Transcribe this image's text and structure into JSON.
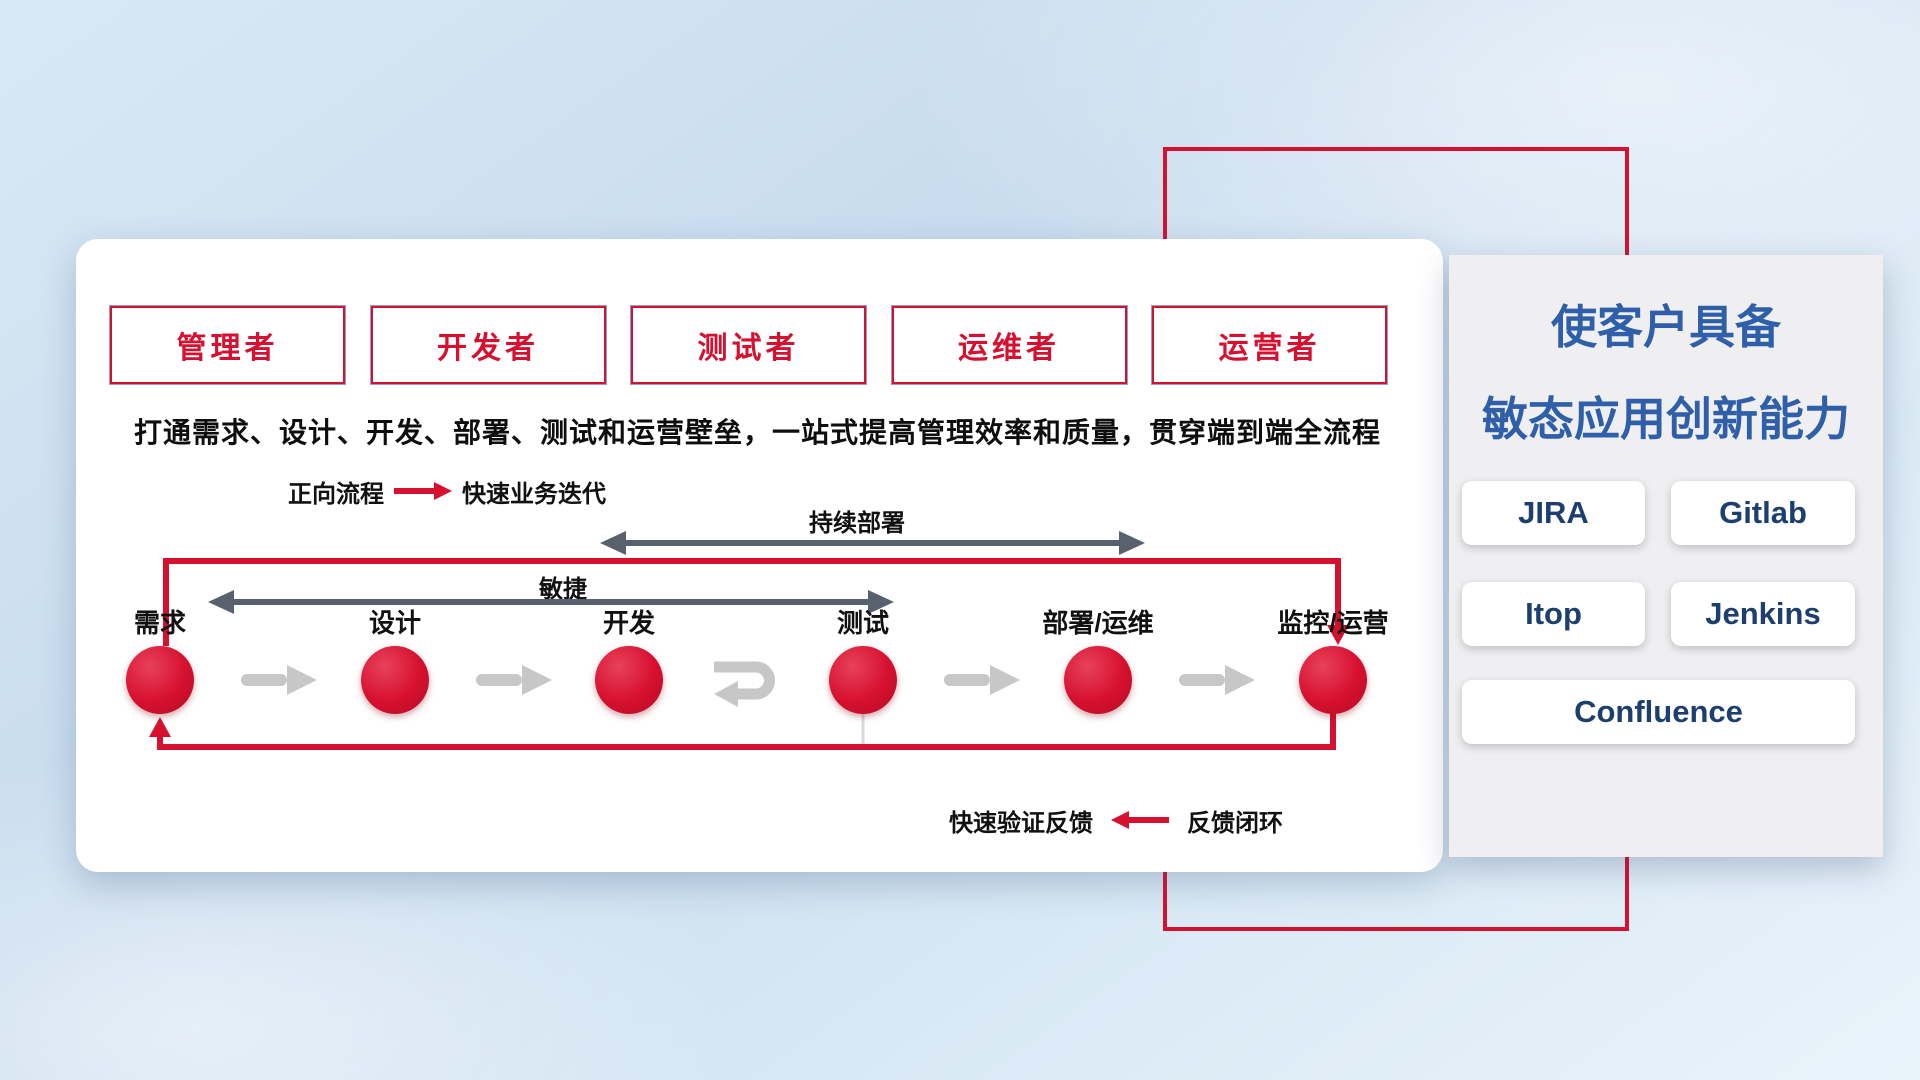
{
  "colors": {
    "red": "#d6102f",
    "dark_arrow": "#59606e",
    "gray_arrow": "#c7c7c7",
    "title_blue": "#2e5fa8",
    "tool_text": "#1d3f70"
  },
  "roles": [
    "管理者",
    "开发者",
    "测试者",
    "运维者",
    "运营者"
  ],
  "headline": "打通需求、设计、开发、部署、测试和运营壁垒，一站式提高管理效率和质量，贯穿端到端全流程",
  "legend": {
    "forward_label": "正向流程",
    "forward_desc": "快速业务迭代",
    "feedback_text": "快速验证反馈",
    "feedback_label": "反馈闭环"
  },
  "arrows": {
    "continuous_deployment": "持续部署",
    "agile": "敏捷"
  },
  "nodes": [
    "需求",
    "设计",
    "开发",
    "测试",
    "部署/运维",
    "监控/运营"
  ],
  "right_panel": {
    "title_line1": "使客户具备",
    "title_line2": "敏态应用创新能力",
    "tools": [
      "JIRA",
      "Gitlab",
      "Itop",
      "Jenkins",
      "Confluence"
    ]
  }
}
